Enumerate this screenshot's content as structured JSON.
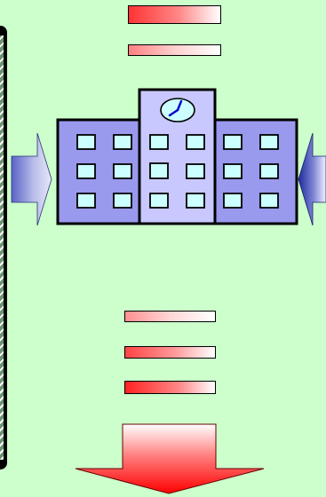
{
  "diagram": {
    "top_bars": [
      {
        "id": "top-bar-1",
        "fill": "strong"
      },
      {
        "id": "top-bar-2",
        "fill": "light"
      }
    ],
    "bottom_bars": [
      {
        "id": "bottom-bar-1",
        "fill": "light"
      },
      {
        "id": "bottom-bar-2",
        "fill": "medium"
      },
      {
        "id": "bottom-bar-3",
        "fill": "strong"
      }
    ],
    "colors": {
      "background": "#ccffcc",
      "building_wing": "#9999ee",
      "building_center": "#c8c8ff",
      "window_fill": "#ccffff",
      "bar_red": "#ff3333",
      "arrow_blue_dark": "#3333aa",
      "clock_hand": "#0000cc"
    },
    "icons": {
      "building": "school-building-icon",
      "clock": "clock-icon",
      "left_arrow": "arrow-right-icon",
      "right_arrow": "arrow-left-icon",
      "down_arrow": "arrow-down-icon"
    }
  }
}
